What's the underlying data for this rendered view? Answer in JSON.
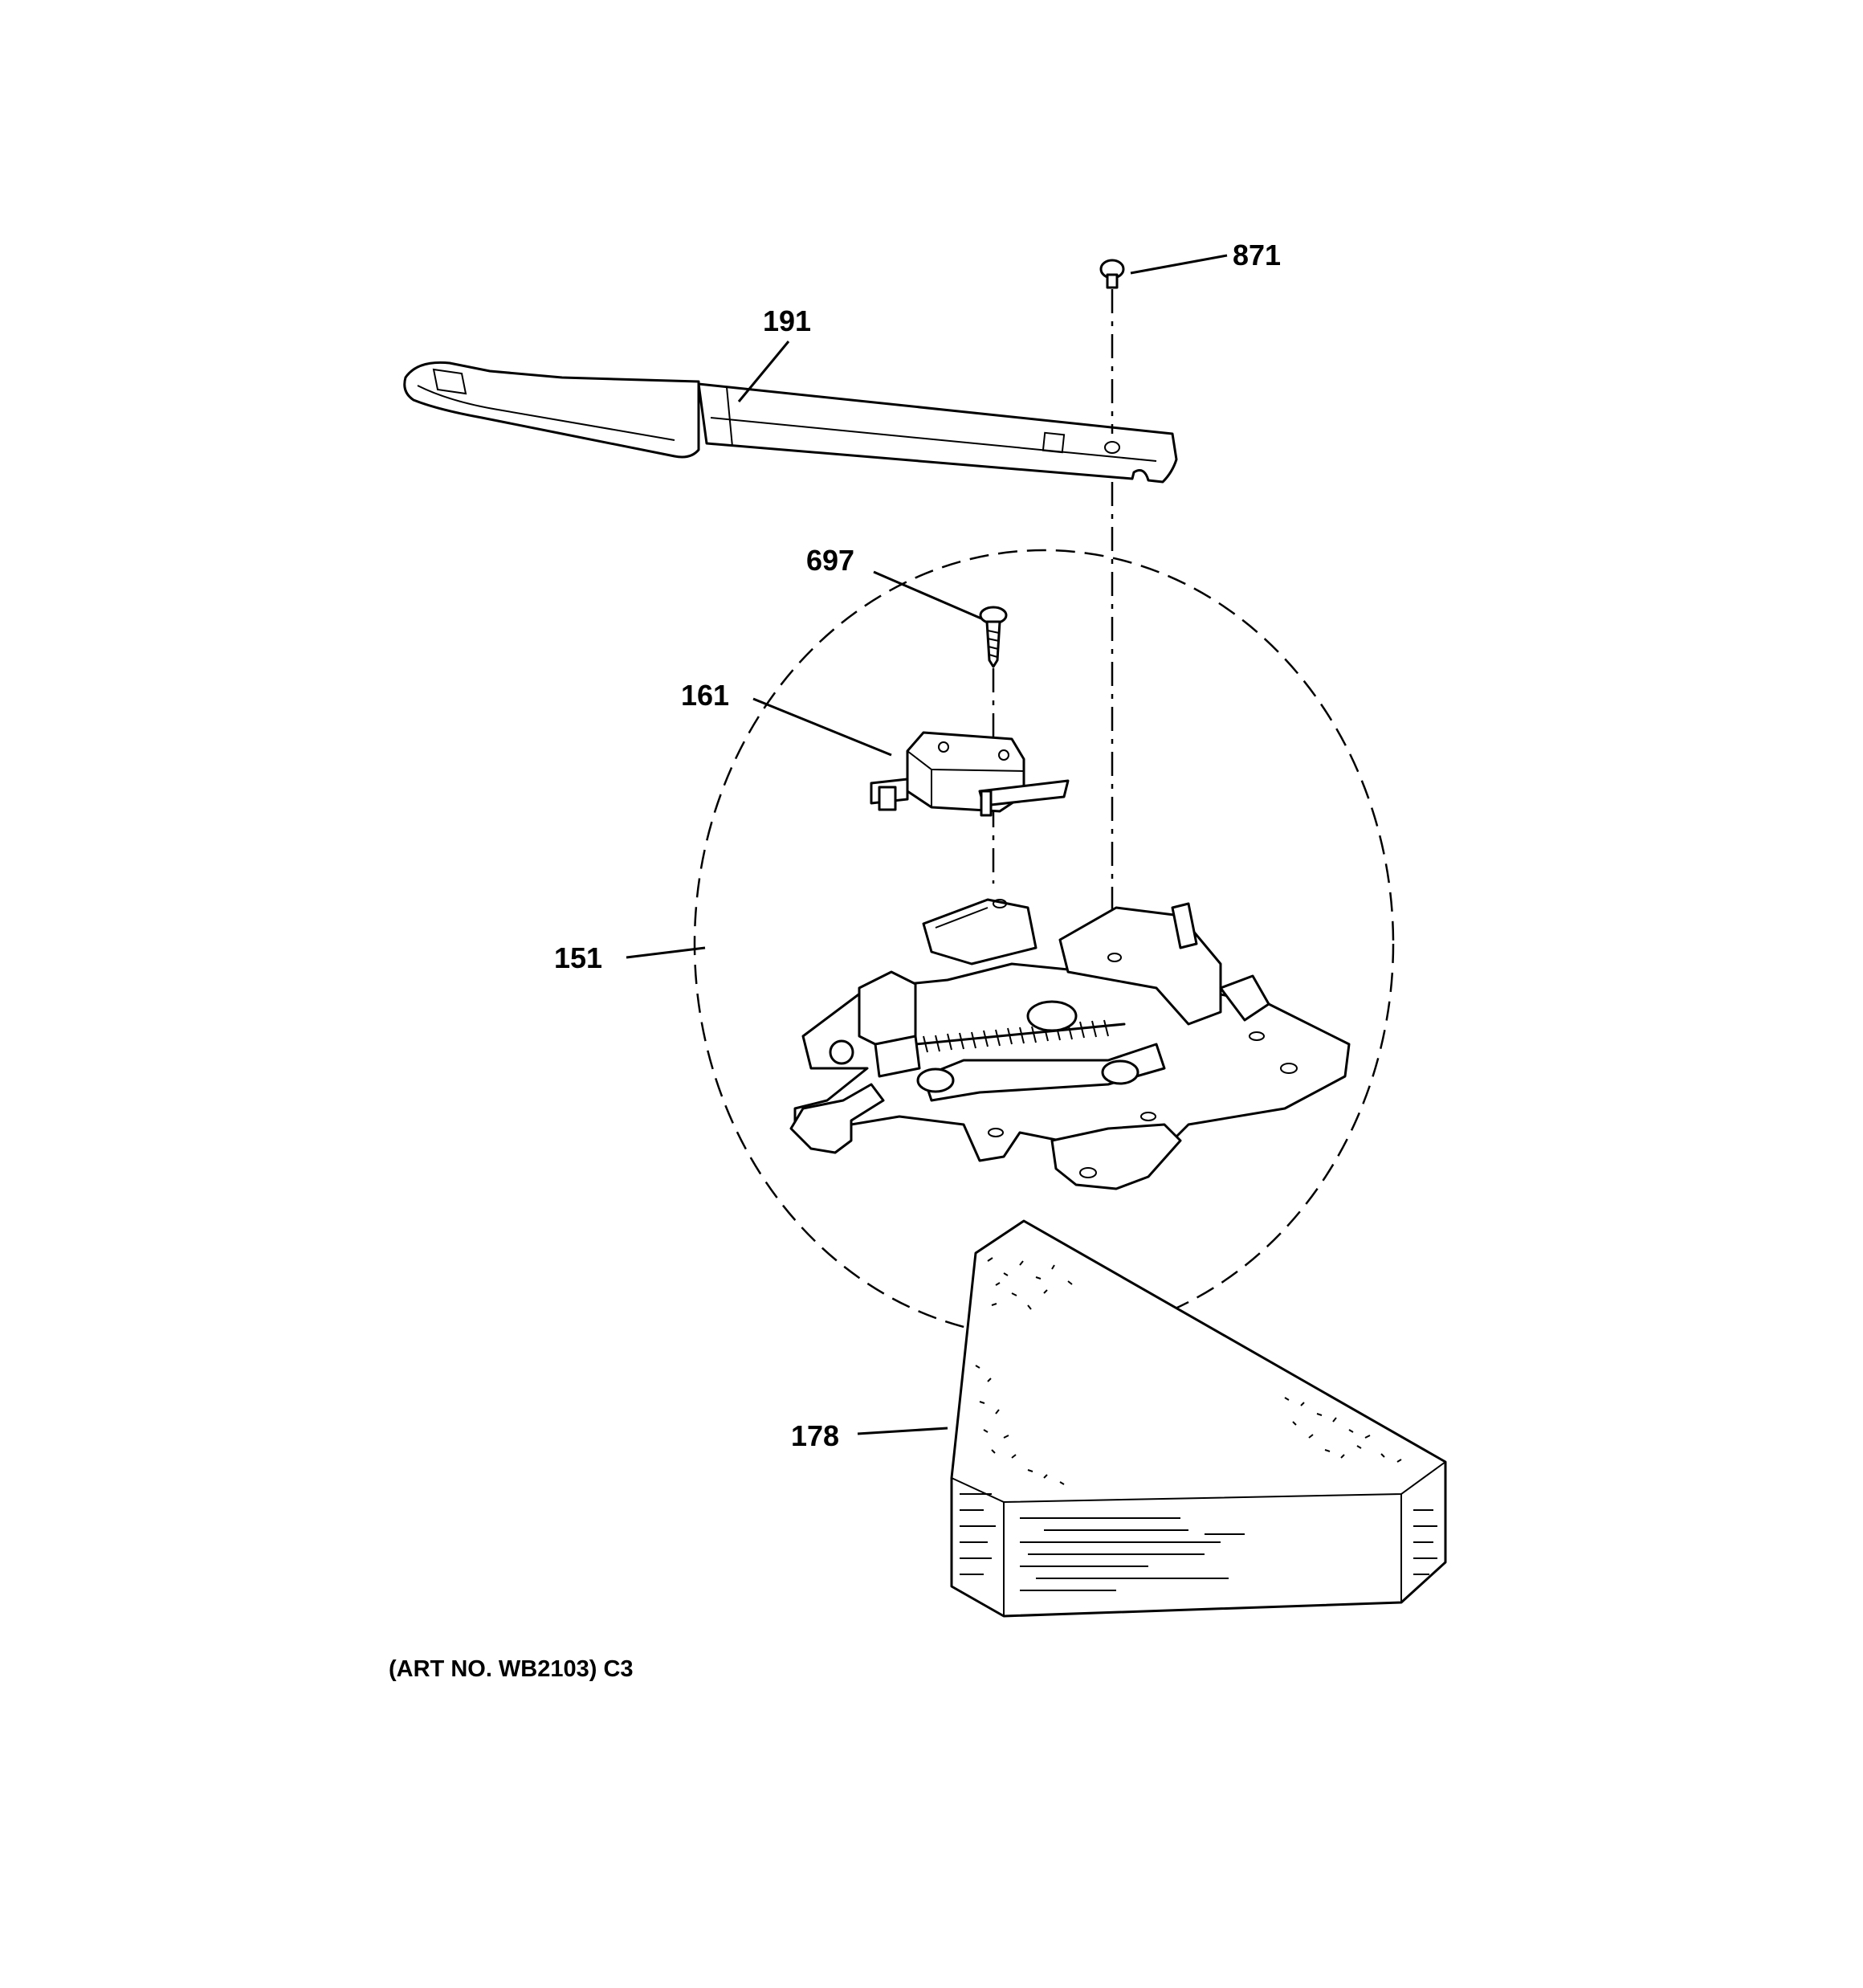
{
  "diagram": {
    "callouts": {
      "p871": "871",
      "p191": "191",
      "p697": "697",
      "p161": "161",
      "p151": "151",
      "p178": "178"
    },
    "caption": "(ART NO. WB2103) C3"
  }
}
